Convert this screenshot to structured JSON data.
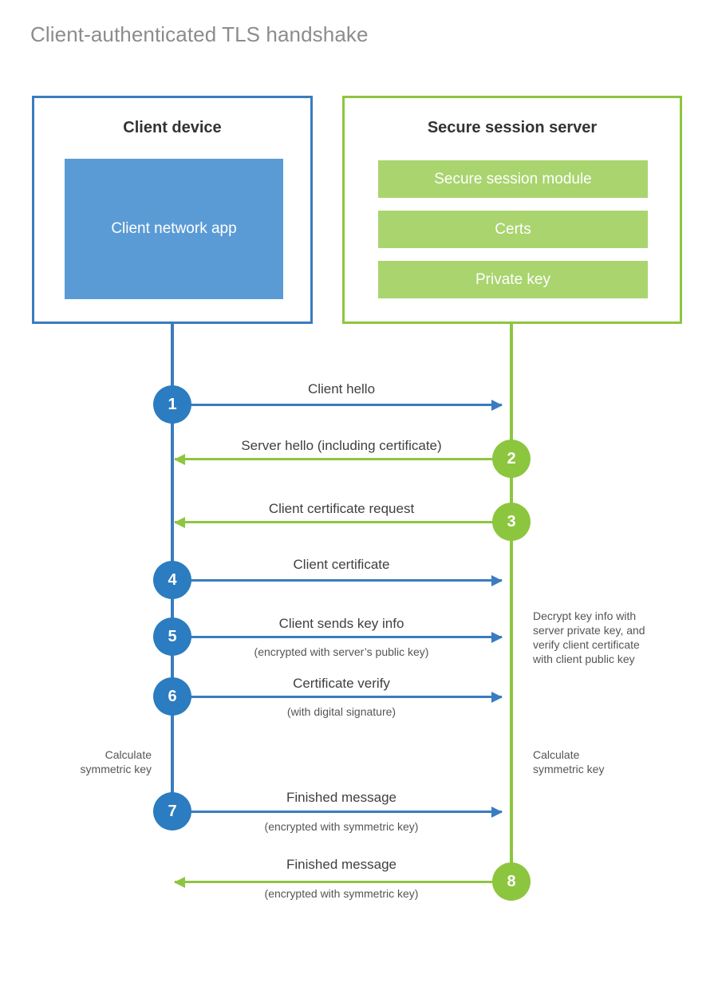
{
  "title": "Client-authenticated TLS handshake",
  "colors": {
    "blue_border": "#3a7cc0",
    "blue_fill": "#5b9bd5",
    "blue_circle": "#2b7cc0",
    "green_border": "#8dc63f",
    "green_fill": "#a9d46e",
    "green_circle": "#8cc63e",
    "title_text": "#8c8c8c",
    "body_text": "#404040"
  },
  "client_panel": {
    "title": "Client device",
    "app_label": "Client network app"
  },
  "server_panel": {
    "title": "Secure session server",
    "modules": [
      "Secure session module",
      "Certs",
      "Private key"
    ]
  },
  "chart_data": {
    "type": "diagram",
    "title": "Client-authenticated TLS handshake",
    "participants": [
      "Client device",
      "Secure session server"
    ],
    "steps": [
      {
        "number": "1",
        "label": "Client hello",
        "sub": "",
        "direction": "client-to-server",
        "side": "left",
        "color": "blue"
      },
      {
        "number": "2",
        "label": "Server hello (including certificate)",
        "sub": "",
        "direction": "server-to-client",
        "side": "right",
        "color": "green"
      },
      {
        "number": "3",
        "label": "Client certificate request",
        "sub": "",
        "direction": "server-to-client",
        "side": "right",
        "color": "green"
      },
      {
        "number": "4",
        "label": "Client certificate",
        "sub": "",
        "direction": "client-to-server",
        "side": "left",
        "color": "blue"
      },
      {
        "number": "5",
        "label": "Client sends key info",
        "sub": "(encrypted with server’s public key)",
        "direction": "client-to-server",
        "side": "left",
        "color": "blue"
      },
      {
        "number": "6",
        "label": "Certificate verify",
        "sub": "(with digital signature)",
        "direction": "client-to-server",
        "side": "left",
        "color": "blue"
      },
      {
        "number": "7",
        "label": "Finished message",
        "sub": "(encrypted with symmetric key)",
        "direction": "client-to-server",
        "side": "left",
        "color": "blue"
      },
      {
        "number": "8",
        "label": "Finished message",
        "sub": "(encrypted with symmetric key)",
        "direction": "server-to-client",
        "side": "right",
        "color": "green"
      }
    ],
    "notes": [
      {
        "id": "server-decrypt",
        "text": "Decrypt key info with server private key, and verify client certificate with client public key",
        "side": "right"
      },
      {
        "id": "client-calc",
        "text": "Calculate symmetric key",
        "side": "left"
      },
      {
        "id": "server-calc",
        "text": "Calculate symmetric key",
        "side": "right"
      }
    ]
  },
  "steps": {
    "s1": {
      "num": "1",
      "label": "Client hello"
    },
    "s2": {
      "num": "2",
      "label": "Server hello (including certificate)"
    },
    "s3": {
      "num": "3",
      "label": "Client certificate request"
    },
    "s4": {
      "num": "4",
      "label": "Client certificate"
    },
    "s5": {
      "num": "5",
      "label": "Client sends key info",
      "sub": "(encrypted with server’s public key)"
    },
    "s6": {
      "num": "6",
      "label": "Certificate verify",
      "sub": "(with digital signature)"
    },
    "s7": {
      "num": "7",
      "label": "Finished message",
      "sub": "(encrypted with symmetric key)"
    },
    "s8": {
      "num": "8",
      "label": "Finished message",
      "sub": "(encrypted with symmetric key)"
    }
  },
  "notes": {
    "server_decrypt_l1": "Decrypt key info with",
    "server_decrypt_l2": "server private key, and",
    "server_decrypt_l3": "verify client certificate",
    "server_decrypt_l4": "with client public key",
    "client_calc_l1": "Calculate",
    "client_calc_l2": "symmetric key",
    "server_calc_l1": "Calculate",
    "server_calc_l2": "symmetric key"
  }
}
